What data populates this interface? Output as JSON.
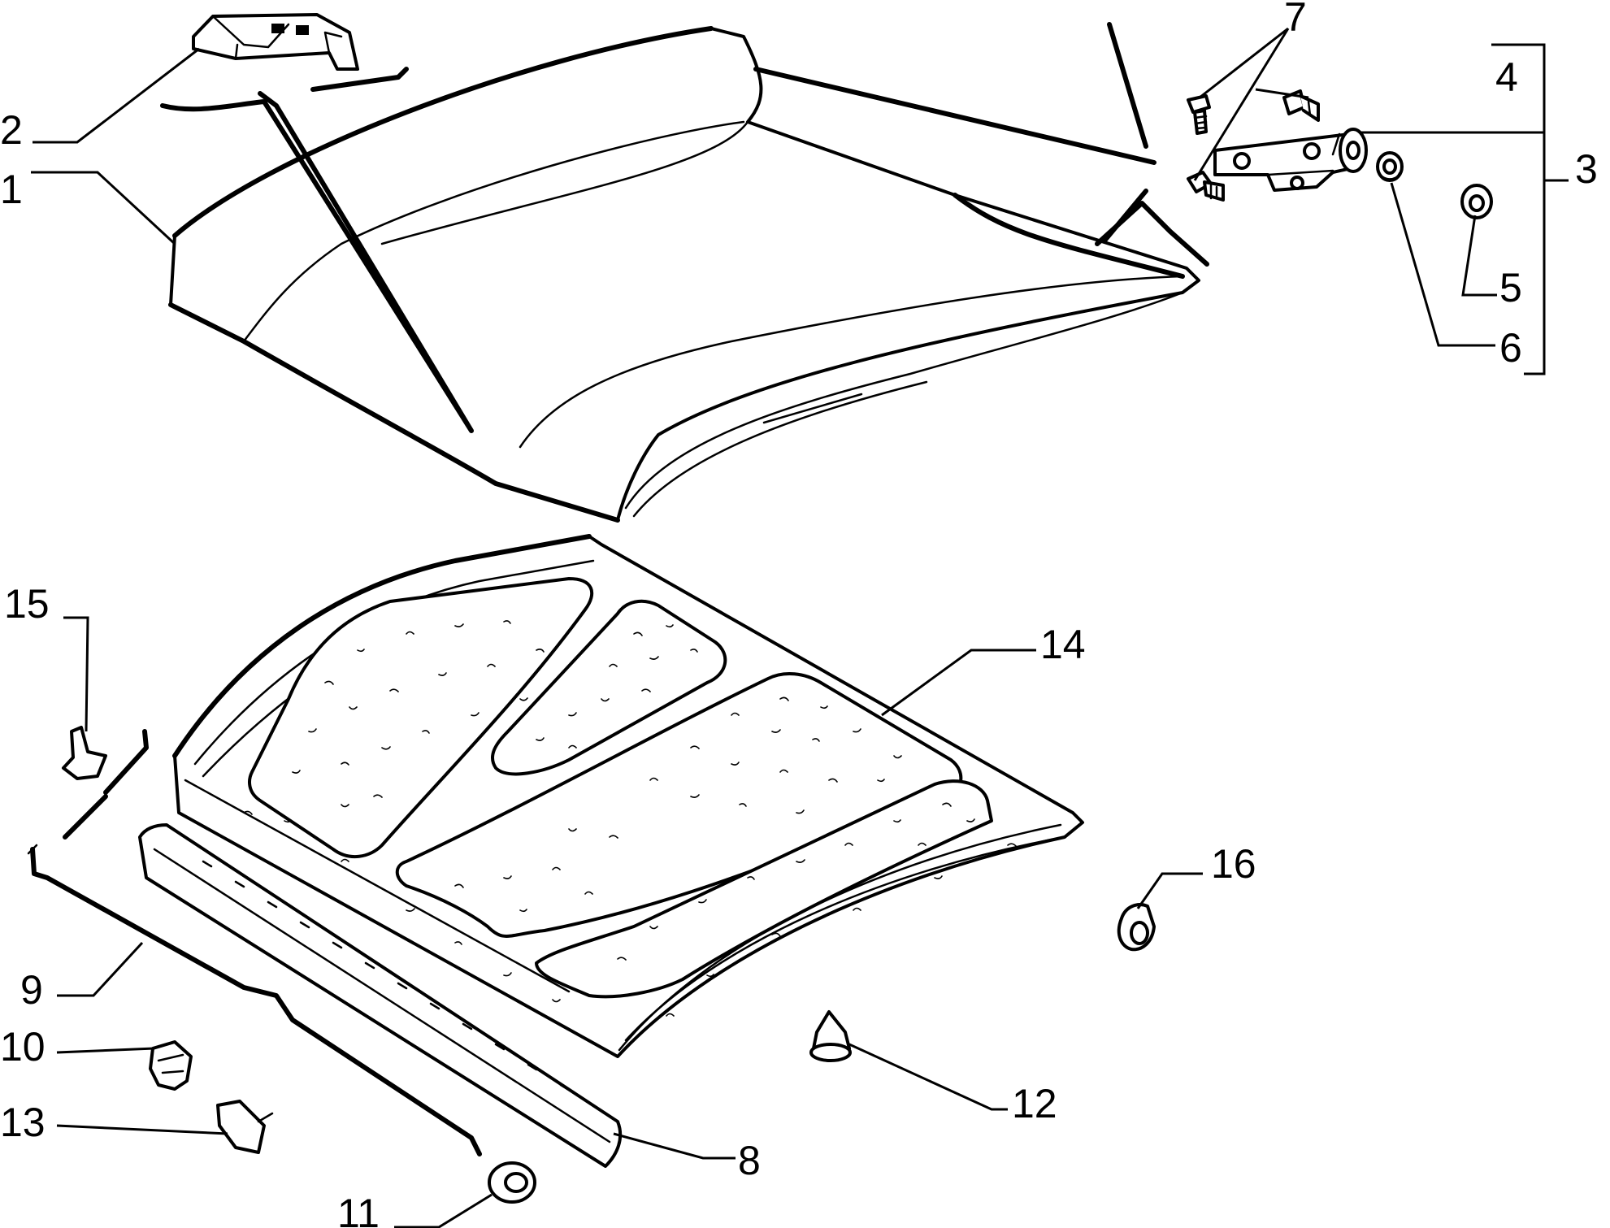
{
  "diagram": {
    "callouts": [
      {
        "id": "1",
        "text": "1"
      },
      {
        "id": "2",
        "text": "2"
      },
      {
        "id": "3",
        "text": "3"
      },
      {
        "id": "4",
        "text": "4"
      },
      {
        "id": "5",
        "text": "5"
      },
      {
        "id": "6",
        "text": "6"
      },
      {
        "id": "7",
        "text": "7"
      },
      {
        "id": "8",
        "text": "8"
      },
      {
        "id": "9",
        "text": "9"
      },
      {
        "id": "10",
        "text": "10"
      },
      {
        "id": "11",
        "text": "11"
      },
      {
        "id": "12",
        "text": "12"
      },
      {
        "id": "13",
        "text": "13"
      },
      {
        "id": "14",
        "text": "14"
      },
      {
        "id": "15",
        "text": "15"
      },
      {
        "id": "16",
        "text": "16"
      }
    ],
    "colors": {
      "line": "#000000",
      "background": "#ffffff"
    }
  }
}
